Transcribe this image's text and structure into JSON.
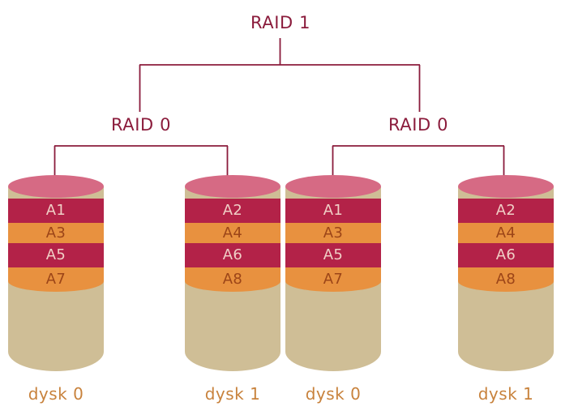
{
  "diagram": {
    "title_node": "RAID 1",
    "group_nodes": [
      {
        "label": "RAID 0"
      },
      {
        "label": "RAID 0"
      }
    ],
    "line_color": "#8b1c3c",
    "colors": {
      "stripe_dark": "#b32248",
      "stripe_light": "#e8913f",
      "disk_top": "#d66a84",
      "disk_body": "#cfbe96",
      "caption_text": "#c8823c",
      "dark_stripe_text": "#f0cfc6",
      "light_stripe_text": "#9c4518"
    },
    "disks": [
      {
        "caption": "dysk 0",
        "blocks": [
          {
            "label": "A1",
            "tone": "dark"
          },
          {
            "label": "A3",
            "tone": "light"
          },
          {
            "label": "A5",
            "tone": "dark"
          },
          {
            "label": "A7",
            "tone": "light"
          }
        ]
      },
      {
        "caption": "dysk 1",
        "blocks": [
          {
            "label": "A2",
            "tone": "dark"
          },
          {
            "label": "A4",
            "tone": "light"
          },
          {
            "label": "A6",
            "tone": "dark"
          },
          {
            "label": "A8",
            "tone": "light"
          }
        ]
      },
      {
        "caption": "dysk 0",
        "blocks": [
          {
            "label": "A1",
            "tone": "dark"
          },
          {
            "label": "A3",
            "tone": "light"
          },
          {
            "label": "A5",
            "tone": "dark"
          },
          {
            "label": "A7",
            "tone": "light"
          }
        ]
      },
      {
        "caption": "dysk 1",
        "blocks": [
          {
            "label": "A2",
            "tone": "dark"
          },
          {
            "label": "A4",
            "tone": "light"
          },
          {
            "label": "A6",
            "tone": "dark"
          },
          {
            "label": "A8",
            "tone": "light"
          }
        ]
      }
    ]
  }
}
